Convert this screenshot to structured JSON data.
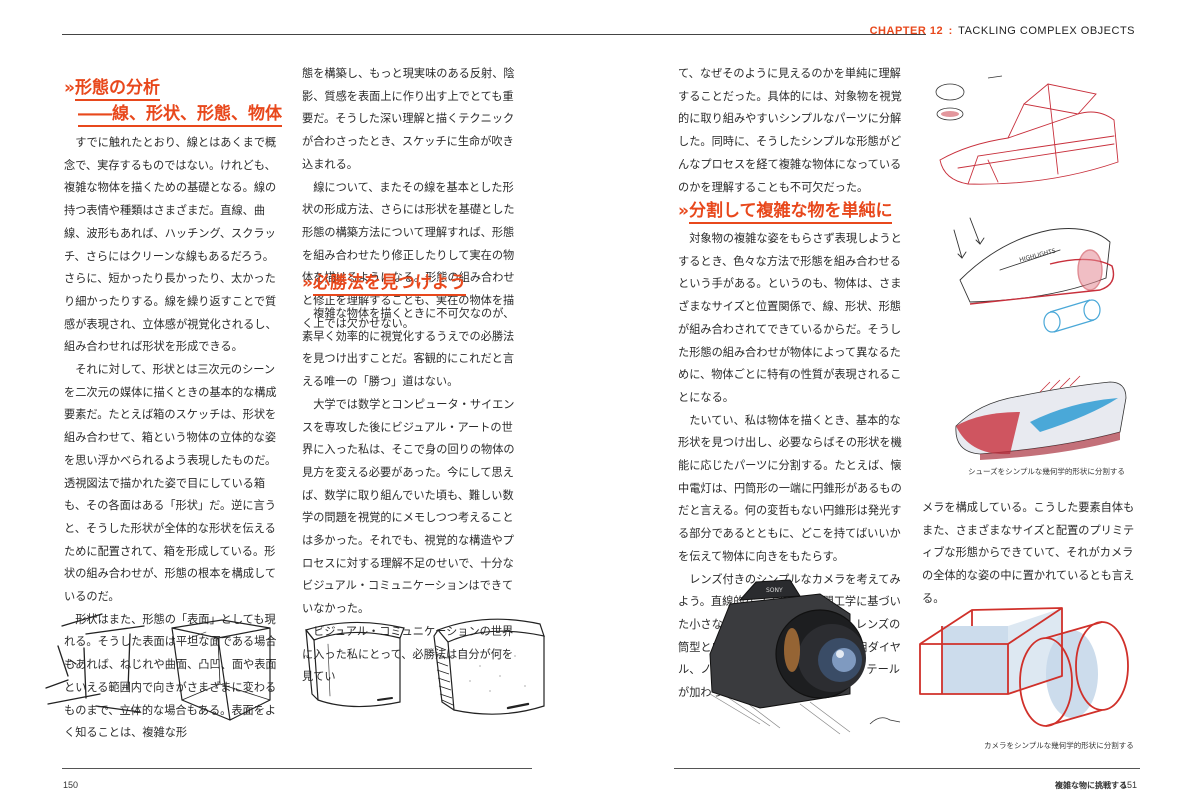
{
  "header": {
    "chapter_label": "CHAPTER 12",
    "separator": ":",
    "chapter_title": "TACKLING COMPLEX OBJECTS"
  },
  "left_page": {
    "heading1_line1": "形態の分析",
    "heading1_line2": "――線、形状、形態、物体",
    "col1": [
      "すでに触れたとおり、線とはあくまで概念で、実存するものではない。けれども、複雑な物体を描くための基礎となる。線の持つ表情や種類はさまざまだ。直線、曲線、波形もあれば、ハッチング、スクラッチ、さらにはクリーンな線もあるだろう。さらに、短かったり長かったり、太かったり細かったりする。線を繰り返すことで質感が表現され、立体感が視覚化されるし、組み合わせれば形状を形成できる。",
      "それに対して、形状とは三次元のシーンを二次元の媒体に描くときの基本的な構成要素だ。たとえば箱のスケッチは、形状を組み合わせて、箱という物体の立体的な姿を思い浮かべられるよう表現したものだ。透視図法で描かれた姿で目にしている箱も、その各面はある「形状」だ。逆に言うと、そうした形状が全体的な形状を伝えるために配置されて、箱を形成している。形状の組み合わせが、形態の根本を構成しているのだ。",
      "形状はまた、形態の「表面」としても現れる。そうした表面は平坦な面である場合もあれば、ねじれや曲面、凸凹、面や表面といえる範囲内で向きがさまざまに変わるものまで、立体的な場合もある。表面をよく知ることは、複雑な形"
    ],
    "col2_para1": "態を構築し、もっと現実味のある反射、陰影、質感を表面上に作り出す上でとても重要だ。そうした深い理解と描くテクニックが合わさったとき、スケッチに生命が吹き込まれる。",
    "col2_para2": "線について、またその線を基本とした形状の形成方法、さらには形状を基礎とした形態の構築方法について理解すれば、形態を組み合わせたり修正したりして実在の物体を描けるようになる。形態の組み合わせと修正を理解することも、実在の物体を描く上では欠かせない。",
    "heading2": "必勝法を見つけよう",
    "col2_para3": "複雑な物体を描くときに不可欠なのが、素早く効率的に視覚化するうえでの必勝法を見つけ出すことだ。客観的にこれだと言える唯一の「勝つ」道はない。",
    "col2_para4": "大学では数学とコンピュータ・サイエンスを専攻した後にビジュアル・アートの世界に入った私は、そこで身の回りの物体の見方を変える必要があった。今にして思えば、数学に取り組んでいた頃も、難しい数学の問題を視覚的にメモしつつ考えることは多かった。それでも、視覚的な構造やプロセスに対する理解不足のせいで、十分なビジュアル・コミュニケーションはできていなかった。",
    "col2_para5": "ビジュアル・コミュニケーションの世界に入った私にとって、必勝法は自分が何を見てい",
    "page_number": "150"
  },
  "right_page": {
    "col3_para1": "て、なぜそのように見えるのかを単純に理解することだった。具体的には、対象物を視覚的に取り組みやすいシンプルなパーツに分解した。同時に、そうしたシンプルな形態がどんなプロセスを経て複雑な物体になっているのかを理解することも不可欠だった。",
    "heading3": "分割して複雑な物を単純に",
    "col3_para2": "対象物の複雑な姿をもらさず表現しようとするとき、色々な方法で形態を組み合わせるという手がある。というのも、物体は、さまざまなサイズと位置関係で、線、形状、形態が組み合わされてできているからだ。そうした形態の組み合わせが物体によって異なるために、物体ごとに特有の性質が表現されることになる。",
    "col3_para3": "たいてい、私は物体を描くとき、基本的な形状を見つけ出し、必要ならばその形状を機能に応じたパーツに分割する。たとえば、懐中電灯は、円筒形の一端に円錐形があるものだと言える。何の変哲もない円錐形は発光する部分であるとともに、どこを持てばいいかを伝えて物体に向きをもたらす。",
    "col3_para4": "レンズ付きのシンプルなカメラを考えてみよう。直線的なフォルムに人間工学に基づいた小さなグリップがつくボディと、レンズの筒型という特徴を持つ。そこに設定用ダイヤル、ノブ、ボタン、レバーなどのディテールが加わってカ",
    "col4_para": "メラを構成している。こうした要素自体もまた、さまざまなサイズと配置のプリミティブな形態からできていて、それがカメラの全体的な姿の中に置かれているとも言える。",
    "caption_shoes": "シューズをシンプルな幾何学的形状に分割する",
    "caption_camera": "カメラをシンプルな幾何学的形状に分割する",
    "footer_title": "複雑な物に挑戦する",
    "page_number": "151"
  },
  "sketch_labels": {
    "highlights": "HIGHLIGHTS",
    "camera_brand": "SONY"
  },
  "colors": {
    "accent": "#e8481c",
    "text": "#2a2a2a",
    "sketch_red": "#c8303c",
    "sketch_blue": "#4aa8d8",
    "box_fill": "#c7d8ea"
  }
}
